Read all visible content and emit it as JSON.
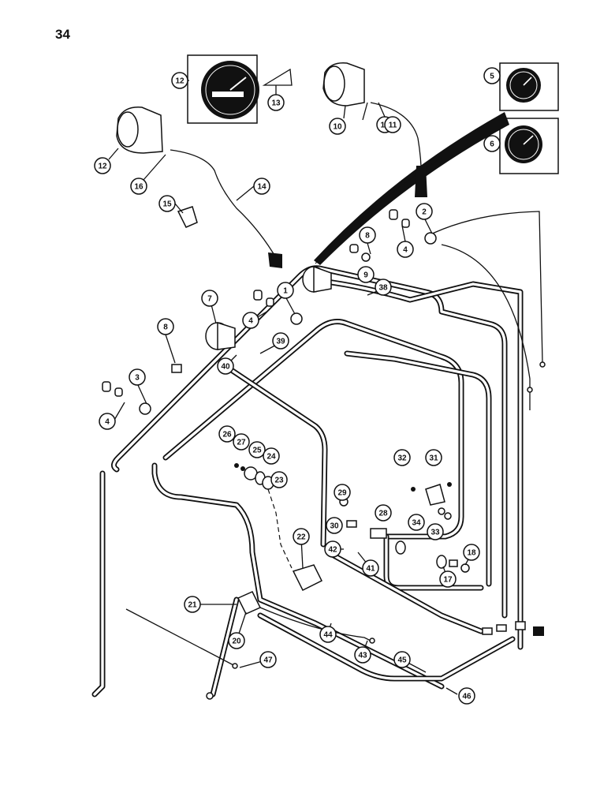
{
  "page": {
    "number": "34"
  },
  "callouts": [
    {
      "id": "c12a",
      "label": "12"
    },
    {
      "id": "c13",
      "label": "13"
    },
    {
      "id": "c10",
      "label": "10"
    },
    {
      "id": "c16a",
      "label": "16"
    },
    {
      "id": "c11",
      "label": "11"
    },
    {
      "id": "c5",
      "label": "5"
    },
    {
      "id": "c6",
      "label": "6"
    },
    {
      "id": "c12b",
      "label": "12"
    },
    {
      "id": "c16b",
      "label": "16"
    },
    {
      "id": "c14",
      "label": "14"
    },
    {
      "id": "c15",
      "label": "15"
    },
    {
      "id": "c2",
      "label": "2"
    },
    {
      "id": "c4a",
      "label": "4"
    },
    {
      "id": "c8a",
      "label": "8"
    },
    {
      "id": "c9",
      "label": "9"
    },
    {
      "id": "c38",
      "label": "38"
    },
    {
      "id": "c7",
      "label": "7"
    },
    {
      "id": "c1",
      "label": "1"
    },
    {
      "id": "c4b",
      "label": "4"
    },
    {
      "id": "c8b",
      "label": "8"
    },
    {
      "id": "c39",
      "label": "39"
    },
    {
      "id": "c40",
      "label": "40"
    },
    {
      "id": "c3",
      "label": "3"
    },
    {
      "id": "c4c",
      "label": "4"
    },
    {
      "id": "c26",
      "label": "26"
    },
    {
      "id": "c27",
      "label": "27"
    },
    {
      "id": "c25",
      "label": "25"
    },
    {
      "id": "c24",
      "label": "24"
    },
    {
      "id": "c23",
      "label": "23"
    },
    {
      "id": "c32",
      "label": "32"
    },
    {
      "id": "c31",
      "label": "31"
    },
    {
      "id": "c29",
      "label": "29"
    },
    {
      "id": "c28",
      "label": "28"
    },
    {
      "id": "c30",
      "label": "30"
    },
    {
      "id": "c34",
      "label": "34"
    },
    {
      "id": "c33",
      "label": "33"
    },
    {
      "id": "c22",
      "label": "22"
    },
    {
      "id": "c42",
      "label": "42"
    },
    {
      "id": "c41",
      "label": "41"
    },
    {
      "id": "c18",
      "label": "18"
    },
    {
      "id": "c17",
      "label": "17"
    },
    {
      "id": "c21",
      "label": "21"
    },
    {
      "id": "c20",
      "label": "20"
    },
    {
      "id": "c44",
      "label": "44"
    },
    {
      "id": "c43",
      "label": "43"
    },
    {
      "id": "c45",
      "label": "45"
    },
    {
      "id": "c47",
      "label": "47"
    },
    {
      "id": "c46",
      "label": "46"
    }
  ]
}
